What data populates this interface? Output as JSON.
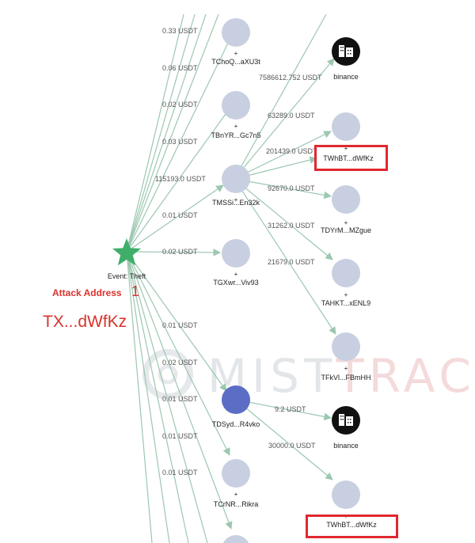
{
  "event_label": "Event: Theft",
  "annotations": {
    "attack_label": "Attack Address",
    "attack_number": "1",
    "attack_address": "TX...dWfKz"
  },
  "watermark": {
    "part1": "MIST",
    "part2": "TRACK",
    "color1": "#cfd3d8",
    "color2": "#f2c9c9"
  },
  "colors": {
    "edge": "#9cc7b0",
    "node": "#c8cfe0",
    "node_highlight": "#5b6dc5",
    "exchange": "#111111",
    "star": "#3fae6a",
    "alert": "#e0282e"
  },
  "incoming_edge_labels": [
    "0.33 USDT",
    "0.06 USDT",
    "0.02 USDT",
    "0.03 USDT",
    "115193.0 USDT",
    "0.01 USDT"
  ],
  "lower_edge_labels": [
    "0.01 USDT",
    "0.02 USDT",
    "0.01 USDT",
    "0.01 USDT",
    "0.01 USDT"
  ],
  "middle_nodes": [
    {
      "id": "tchoq",
      "label": "TChoQ...aXU3t",
      "kind": "address"
    },
    {
      "id": "tbnyr",
      "label": "TBnYR...Gc7n5",
      "kind": "address"
    },
    {
      "id": "tmssi",
      "label": "TMSSi...En32k",
      "kind": "address"
    },
    {
      "id": "tgxwr",
      "label": "TGXwr...Viv93",
      "kind": "address"
    },
    {
      "id": "tdsyd",
      "label": "TDSyd...R4vko",
      "kind": "address-highlight"
    },
    {
      "id": "tcrnr",
      "label": "TCrNR...Rikra",
      "kind": "address"
    }
  ],
  "star_edge_label": "0.02 USDT",
  "right_nodes": [
    {
      "id": "binance-top",
      "label": "binance",
      "kind": "exchange",
      "edge_label": "7586612.752 USDT"
    },
    {
      "id": "twhbt-1",
      "label": "TWhBT...dWfKz",
      "kind": "address",
      "edge_label": "63289.0 USDT"
    },
    {
      "id": "tdyrm",
      "label": "TDYrM...MZgue",
      "kind": "address",
      "edge_label": "92670.0 USDT"
    },
    {
      "id": "tahkt",
      "label": "TAHKT...xENL9",
      "kind": "address",
      "edge_label": "31262.0 USDT"
    },
    {
      "id": "tfkvl",
      "label": "TFkVl...FBmHH",
      "kind": "address",
      "edge_label": "21679.0 USDT"
    },
    {
      "id": "binance-bottom",
      "label": "binance",
      "kind": "exchange",
      "edge_label": "9.2 USDT"
    },
    {
      "id": "twhbt-2",
      "label": "TWhBT...dWfKz",
      "kind": "address",
      "edge_label": "30000.0 USDT"
    }
  ],
  "extra_edge_label": "201439.0 USDT"
}
